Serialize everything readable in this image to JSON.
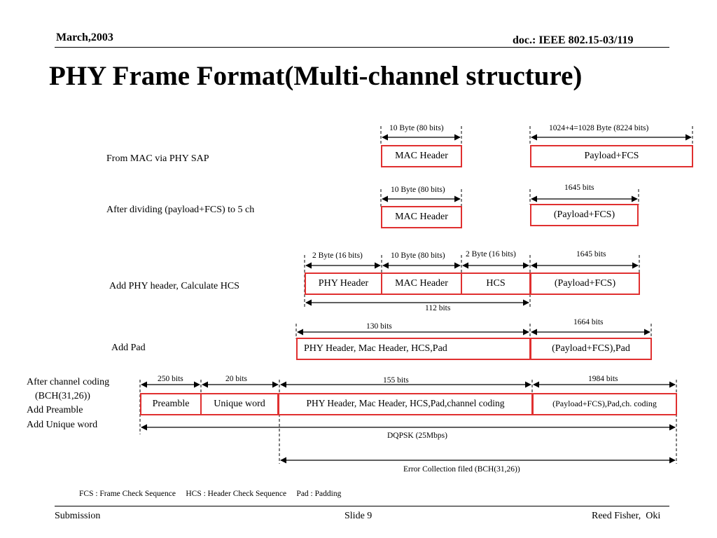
{
  "header": {
    "date": "March,2003",
    "doc": "doc.: IEEE 802.15-03/119"
  },
  "title": "PHY Frame Format(Multi-channel structure)",
  "rows": {
    "row1": {
      "label": "From MAC via PHY SAP",
      "mac_header": "MAC Header",
      "payload": "Payload+FCS",
      "dim_mac": "10 Byte (80 bits)",
      "dim_payload": "1024+4=1028 Byte (8224 bits)"
    },
    "row2": {
      "label": "After dividing (payload+FCS) to 5 ch",
      "mac_header": "MAC Header",
      "payload": "(Payload+FCS)",
      "dim_mac": "10 Byte (80 bits)",
      "dim_payload": "1645 bits"
    },
    "row3": {
      "label": "Add PHY header, Calculate HCS",
      "phy_header": "PHY Header",
      "mac_header": "MAC Header",
      "hcs": "HCS",
      "payload": "(Payload+FCS)",
      "dim_phy": "2 Byte (16 bits)",
      "dim_mac": "10 Byte (80 bits)",
      "dim_hcs": "2 Byte (16 bits)",
      "dim_payload": "1645 bits",
      "dim_total": "112 bits"
    },
    "row4": {
      "label": "Add Pad",
      "header_block": "PHY Header, Mac Header, HCS,Pad",
      "payload": "(Payload+FCS),Pad",
      "dim_header": "130 bits",
      "dim_payload": "1664 bits"
    },
    "row5": {
      "label_lines": [
        "After channel coding",
        "(BCH(31,26))",
        "Add Preamble",
        "Add Unique word"
      ],
      "preamble": "Preamble",
      "unique_word": "Unique word",
      "header_block": "PHY Header, Mac Header, HCS,Pad,channel coding",
      "payload": "(Payload+FCS),Pad,ch. coding",
      "dim_preamble": "250 bits",
      "dim_unique": "20 bits",
      "dim_header": "155 bits",
      "dim_payload": "1984 bits",
      "dim_dqpsk": "DQPSK (25Mbps)",
      "dim_error": "Error Collection filed (BCH(31,26))"
    }
  },
  "legend": "FCS : Frame Check Sequence     HCS : Header Check Sequence     Pad : Padding",
  "footer": {
    "left": "Submission",
    "center": "Slide 9",
    "right": "Reed Fisher,  Oki"
  },
  "colors": {
    "box_border": "#e03030",
    "text": "#000000"
  }
}
